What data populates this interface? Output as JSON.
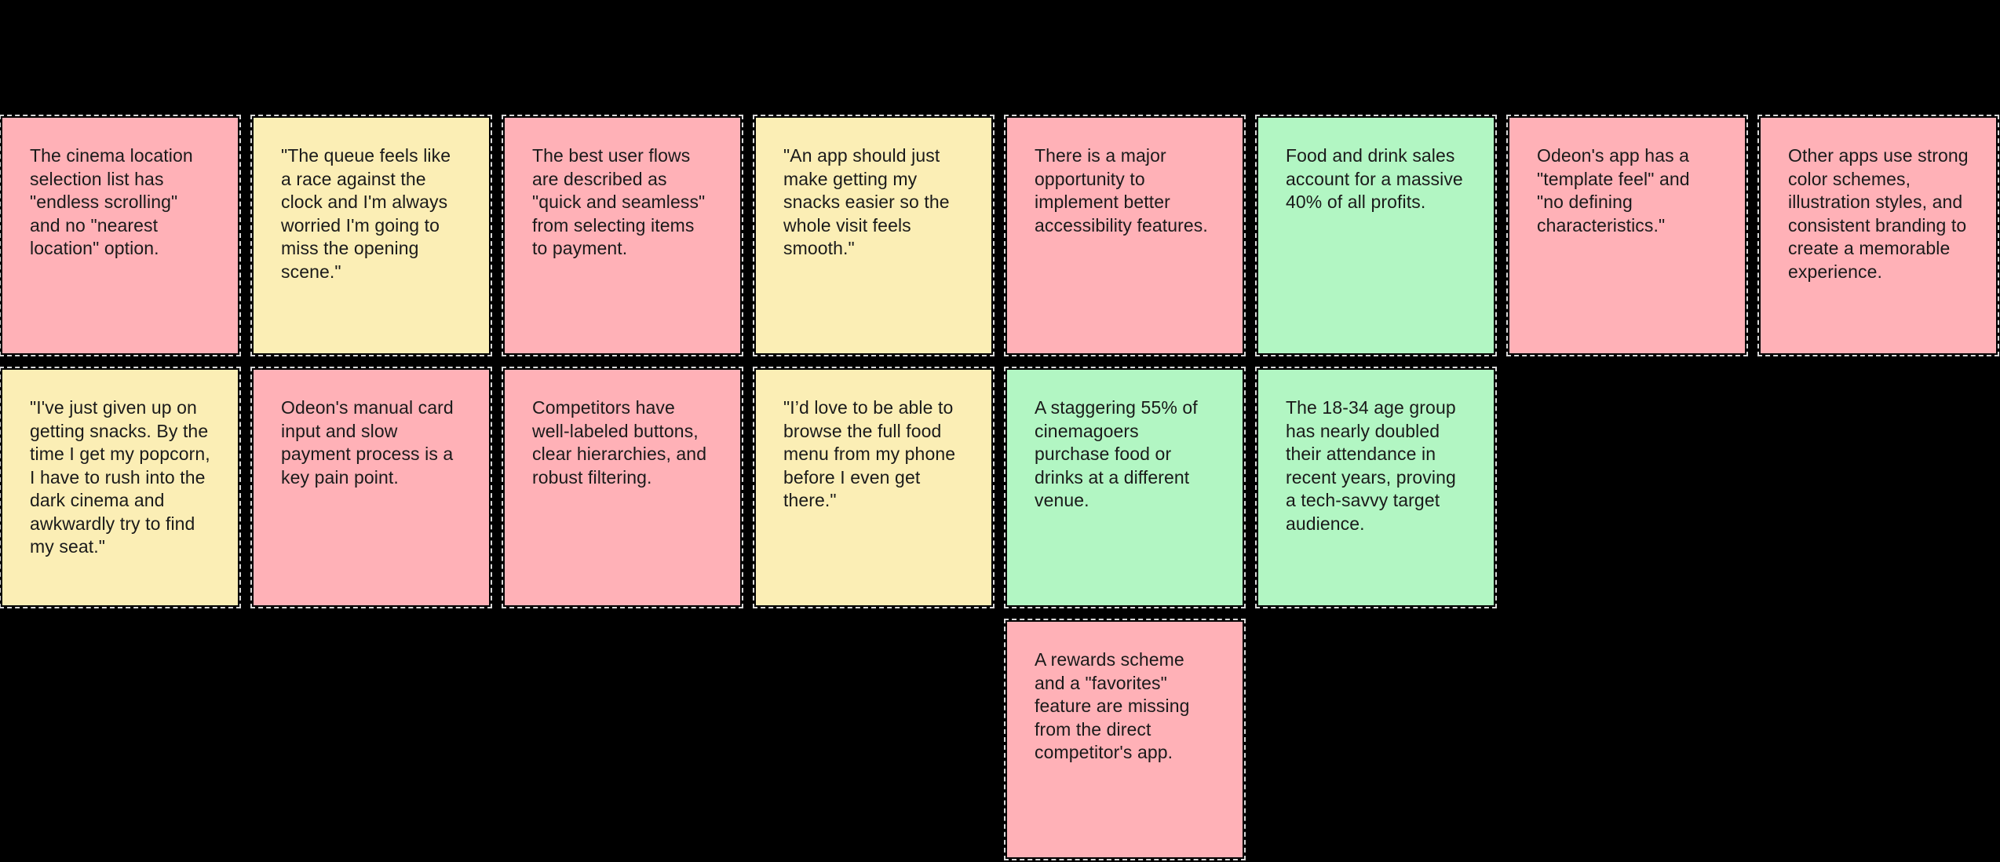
{
  "app": {
    "description": "Dark whiteboard canvas with affinity-mapped sticky notes",
    "background_color": "#000000"
  },
  "palette": {
    "pink": "#ffb1b7",
    "yellow": "#fbeeb5",
    "green": "#b2f6c3",
    "text": "#1a1a1a",
    "selection_dash": "#d9d9d9"
  },
  "notes": [
    {
      "row": 1,
      "col": 1,
      "color": "pink",
      "text": "The cinema location selection list has \"endless scrolling\" and no \"nearest location\" option."
    },
    {
      "row": 1,
      "col": 2,
      "color": "yellow",
      "text": "\"The queue feels like a race against the clock and I'm always worried I'm going to miss the opening scene.\""
    },
    {
      "row": 1,
      "col": 3,
      "color": "pink",
      "text": "The best user flows are described as \"quick and seamless\" from selecting items to payment."
    },
    {
      "row": 1,
      "col": 4,
      "color": "yellow",
      "text": "\"An app should just make getting my snacks easier so the whole visit feels smooth.\""
    },
    {
      "row": 1,
      "col": 5,
      "color": "pink",
      "text": "There is a major opportunity to implement better accessibility features."
    },
    {
      "row": 1,
      "col": 6,
      "color": "green",
      "text": "Food and drink sales account for a massive 40% of all profits."
    },
    {
      "row": 1,
      "col": 7,
      "color": "pink",
      "text": "Odeon's app has a \"template feel\" and \"no defining characteristics.\""
    },
    {
      "row": 1,
      "col": 8,
      "color": "pink",
      "text": "Other apps use strong color schemes, illustration styles, and consistent branding to create a memorable experience."
    },
    {
      "row": 2,
      "col": 1,
      "color": "yellow",
      "text": "\"I've just given up on getting snacks. By the time I get my popcorn, I have to rush into the dark cinema and awkwardly try to find my seat.\""
    },
    {
      "row": 2,
      "col": 2,
      "color": "pink",
      "text": "Odeon's manual card input and slow payment process is a key pain point."
    },
    {
      "row": 2,
      "col": 3,
      "color": "pink",
      "text": "Competitors have well-labeled buttons, clear hierarchies, and robust filtering."
    },
    {
      "row": 2,
      "col": 4,
      "color": "yellow",
      "text": "\"I’d love to be able to browse the full food menu from my phone before I even get there.\""
    },
    {
      "row": 2,
      "col": 5,
      "color": "green",
      "text": "A staggering 55% of cinemagoers purchase food or drinks at a different venue."
    },
    {
      "row": 2,
      "col": 6,
      "color": "green",
      "text": "The 18-34 age group has nearly doubled their attendance in recent years, proving a tech-savvy target audience."
    },
    {
      "row": 3,
      "col": 5,
      "color": "pink",
      "text": "A rewards scheme and a \"favorites\" feature are missing from the direct competitor's app."
    }
  ]
}
